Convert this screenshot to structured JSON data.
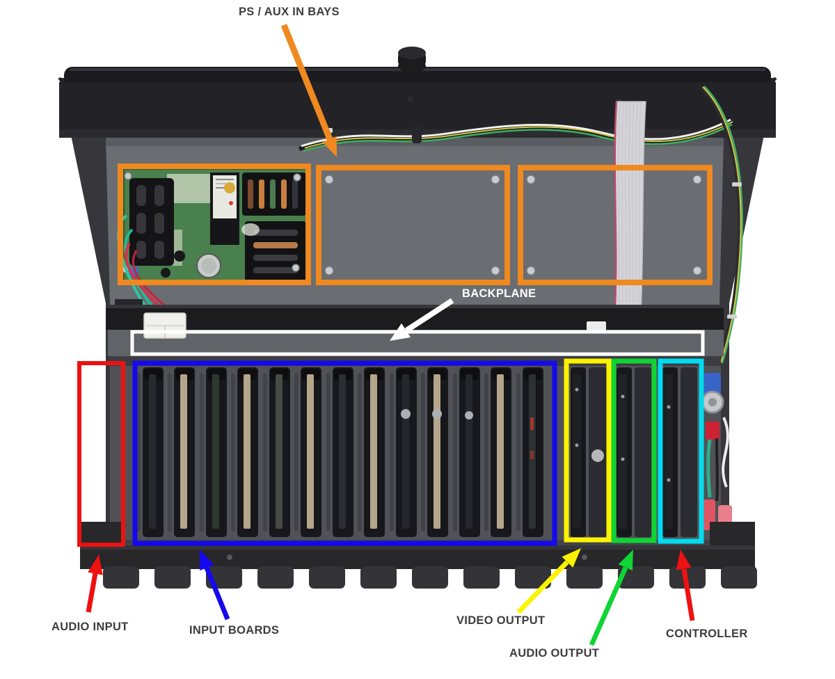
{
  "annotations": {
    "ps_aux_bays": {
      "label": "PS / AUX IN BAYS",
      "box_color": "#f0891f",
      "arrow_color": "#f0891f"
    },
    "backplane": {
      "label": "BACKPLANE",
      "box_color": "#ffffff",
      "arrow_color": "#ffffff"
    },
    "audio_input": {
      "label": "AUDIO INPUT",
      "box_color": "#ee1111",
      "arrow_color": "#ee1111"
    },
    "input_boards": {
      "label": "INPUT BOARDS",
      "box_color": "#1508ee",
      "arrow_color": "#1508ee"
    },
    "video_output": {
      "label": "VIDEO OUTPUT",
      "box_color": "#fdf300",
      "arrow_color": "#fdf300"
    },
    "audio_output": {
      "label": "AUDIO OUTPUT",
      "box_color": "#10d433",
      "arrow_color": "#10d433"
    },
    "controller": {
      "label": "CONTROLLER",
      "box_color": "#00dcf0",
      "arrow_color": "#ee1111"
    },
    "label_text_color": "#3d3d3f"
  }
}
